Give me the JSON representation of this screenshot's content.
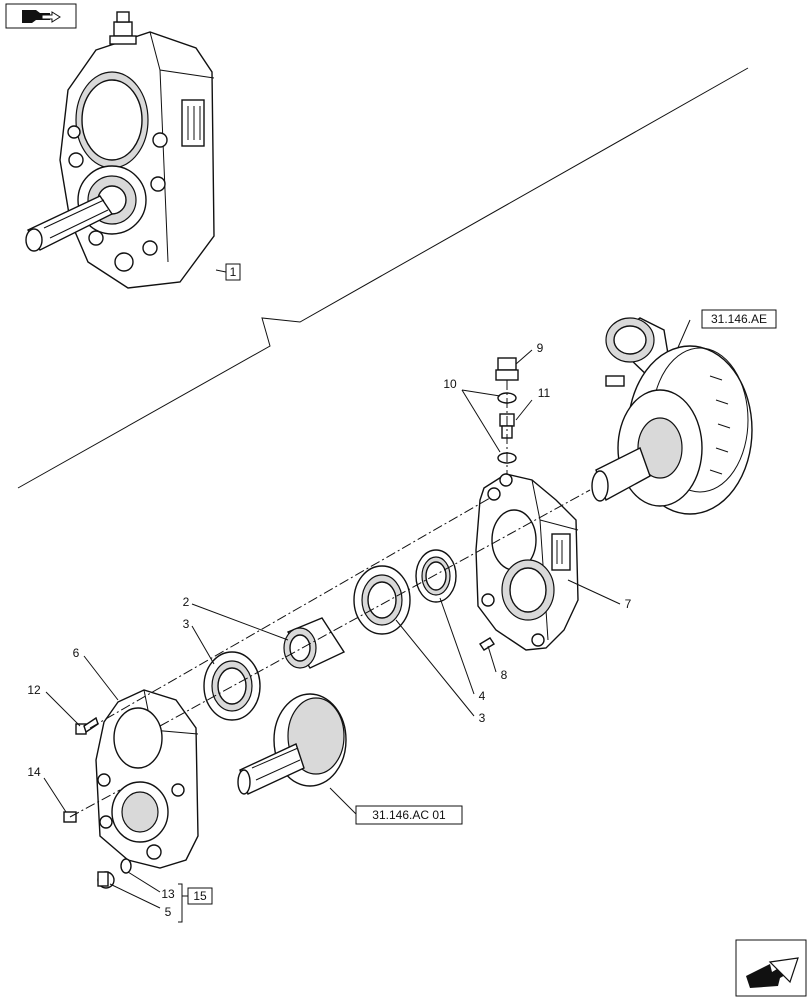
{
  "callouts": [
    {
      "id": "1",
      "text": "1"
    },
    {
      "id": "2",
      "text": "2"
    },
    {
      "id": "3a",
      "text": "3"
    },
    {
      "id": "3b",
      "text": "3"
    },
    {
      "id": "4",
      "text": "4"
    },
    {
      "id": "5",
      "text": "5"
    },
    {
      "id": "6",
      "text": "6"
    },
    {
      "id": "7",
      "text": "7"
    },
    {
      "id": "8",
      "text": "8"
    },
    {
      "id": "9",
      "text": "9"
    },
    {
      "id": "10",
      "text": "10"
    },
    {
      "id": "11",
      "text": "11"
    },
    {
      "id": "12",
      "text": "12"
    },
    {
      "id": "13",
      "text": "13"
    },
    {
      "id": "14",
      "text": "14"
    },
    {
      "id": "15",
      "text": "15"
    }
  ],
  "references": {
    "ae": "31.146.AE",
    "ac": "31.146.AC 01"
  },
  "icons": {
    "top_left": "previous-page-icon",
    "bottom_right": "next-page-icon"
  }
}
